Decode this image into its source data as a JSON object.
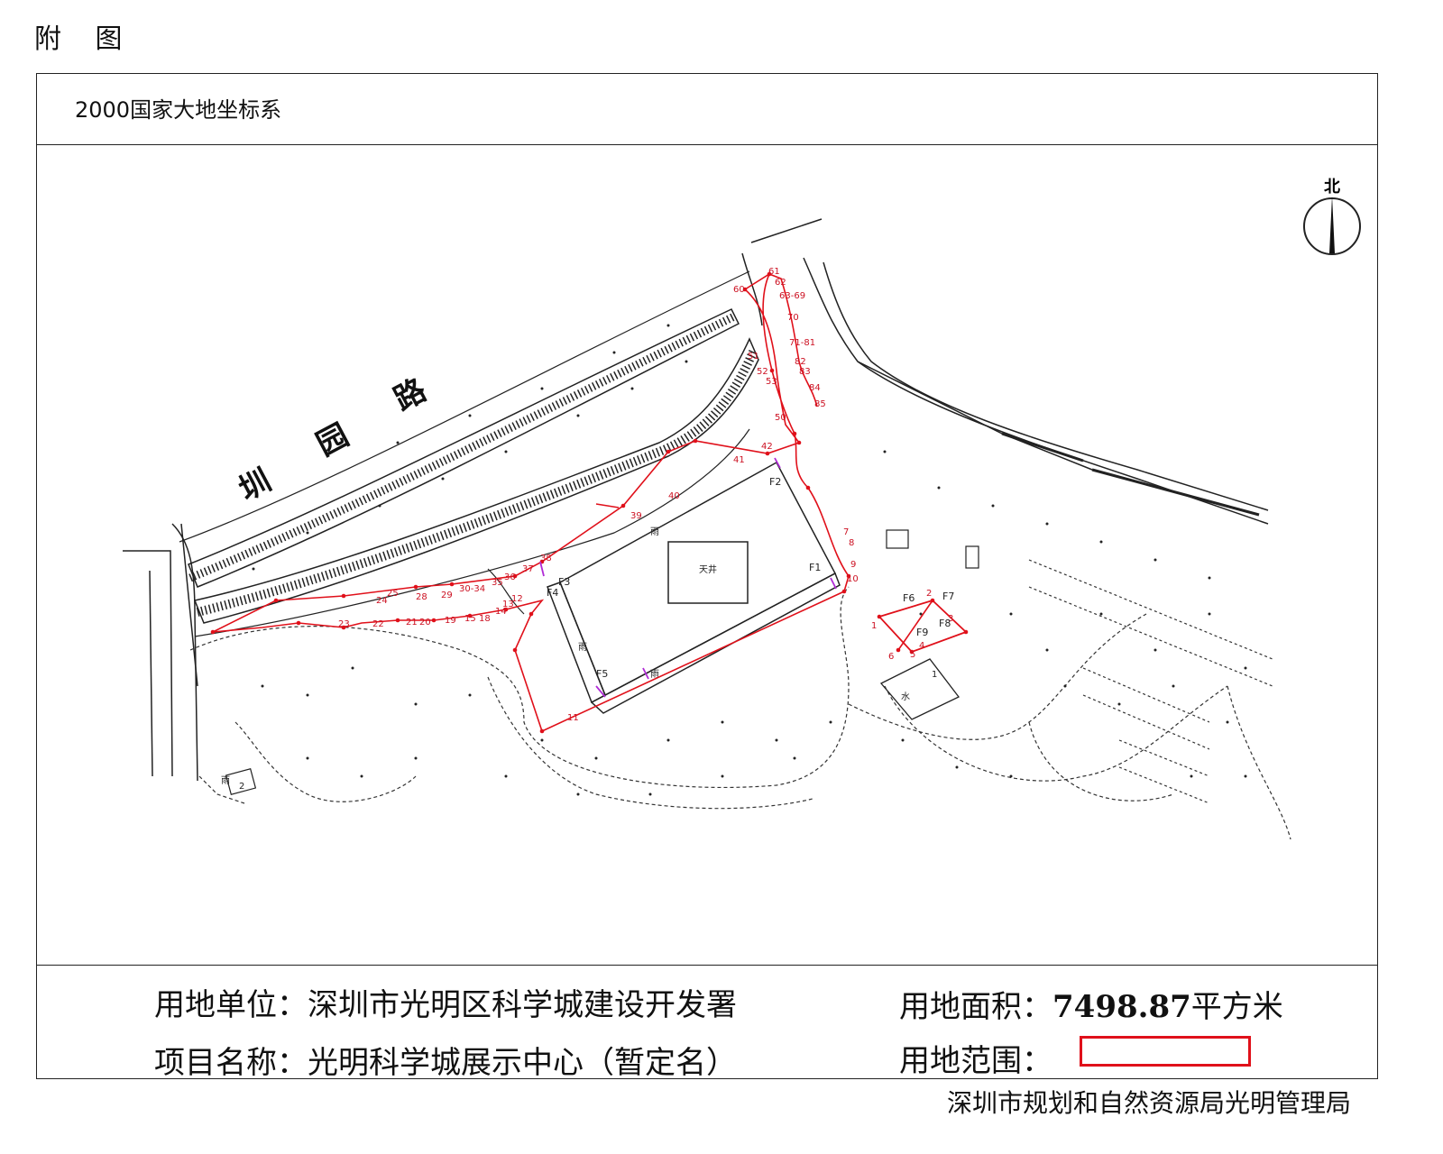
{
  "heading": "附 图",
  "coordinate_system": "2000国家大地坐标系",
  "north_label": "北",
  "road_name_chars": [
    "圳",
    "园",
    "路"
  ],
  "labels": {
    "skylight": "天井",
    "water": "水",
    "shed": "雨",
    "one": "1",
    "two": "2"
  },
  "boundary_point_labels": [
    "60",
    "61",
    "62",
    "63-69",
    "70",
    "71-81",
    "82",
    "83",
    "84",
    "85",
    "51",
    "52",
    "53",
    "50",
    "42",
    "41",
    "40",
    "39",
    "38",
    "37",
    "36",
    "35",
    "30-34",
    "29",
    "28",
    "25",
    "24",
    "23",
    "22",
    "21",
    "20",
    "19",
    "15",
    "18",
    "14",
    "13",
    "12",
    "11",
    "10",
    "9",
    "8",
    "7",
    "1",
    "6",
    "5",
    "4",
    "3",
    "2"
  ],
  "building_labels": [
    "F1",
    "F2",
    "F3",
    "F4",
    "F5",
    "F6",
    "F7",
    "F8",
    "F9"
  ],
  "info": {
    "unit_label": "用地单位：深圳市光明区科学城建设开发署",
    "project_label": "项目名称：光明科学城展示中心（暂定名）",
    "area_prefix": "用地面积：",
    "area_value": "7498.87",
    "area_unit": "平方米",
    "range_label": "用地范围："
  },
  "footer": "深圳市规划和自然资源局光明管理局",
  "colors": {
    "boundary": "#e0101a",
    "linework": "#222222",
    "annotation": "#cc1122",
    "marker": "#b02bd6"
  }
}
